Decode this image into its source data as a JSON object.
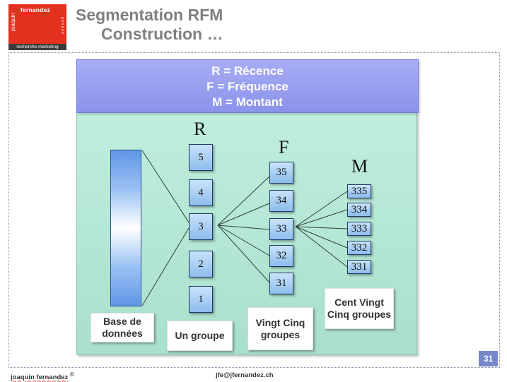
{
  "logo": {
    "brand": "fernandez",
    "firstname": "joaquin",
    "city": "genève",
    "tagline": "recherche marketing"
  },
  "title": {
    "line1": "Segmentation RFM",
    "line2": "Construction …"
  },
  "banner": {
    "line1": "R = Récence",
    "line2": "F = Fréquence",
    "line3": "M = Montant"
  },
  "diagram": {
    "letters": {
      "r": "R",
      "f": "F",
      "m": "M"
    },
    "r_boxes": [
      "5",
      "4",
      "3",
      "2",
      "1"
    ],
    "f_boxes": [
      "35",
      "34",
      "33",
      "32",
      "31"
    ],
    "m_boxes": [
      "335",
      "334",
      "333",
      "332",
      "331"
    ],
    "labels": {
      "database": "Base de données",
      "r": "Un groupe",
      "f": "Vingt Cinq groupes",
      "m": "Cent Vingt Cinq groupes"
    }
  },
  "page_number": "31",
  "footer": {
    "author": "joaquin fernandez",
    "copyright": "©",
    "email": "jfe@jfernandez.ch"
  },
  "colors": {
    "banner": "#8b92ea",
    "panel": "#b3e6d2",
    "logo_red": "#e3301f",
    "title_gray": "#808080"
  }
}
